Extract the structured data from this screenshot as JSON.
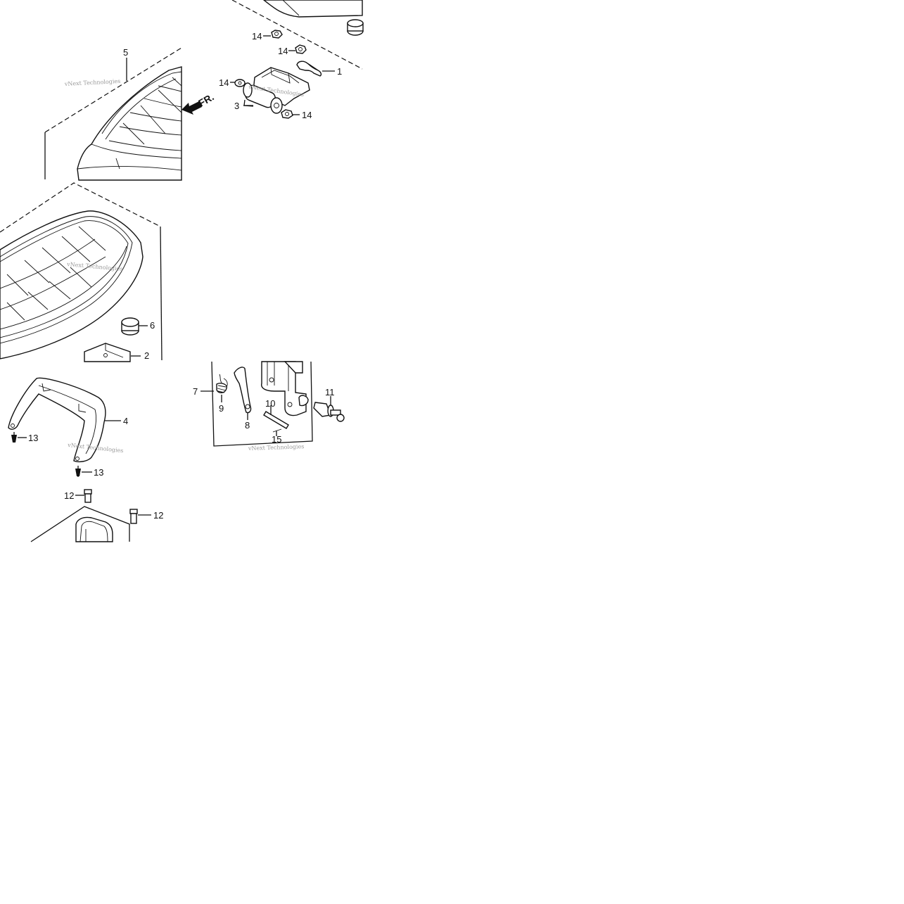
{
  "watermark": "vNext Technologies",
  "direction": "FR.",
  "callouts": {
    "c1": "1",
    "c2": "2",
    "c3": "3",
    "c4": "4",
    "c5": "5",
    "c6": "6",
    "c7": "7",
    "c8": "8",
    "c9": "9",
    "c10": "10",
    "c11": "11",
    "c12": "12",
    "c13": "13",
    "c14": "14",
    "c15": "15"
  }
}
